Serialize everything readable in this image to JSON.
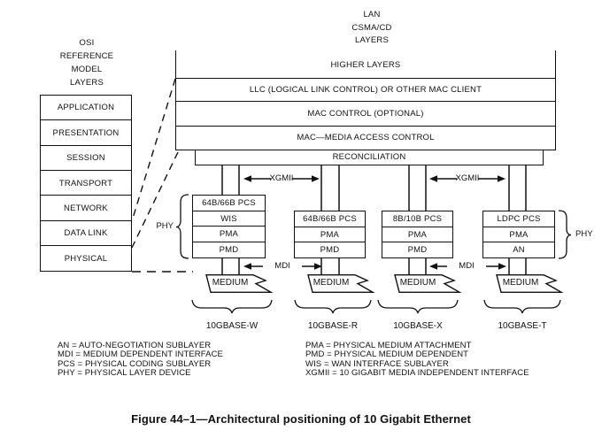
{
  "lan_header": {
    "lines": [
      "LAN",
      "CSMA/CD",
      "LAYERS"
    ]
  },
  "osi_header": {
    "lines": [
      "OSI",
      "REFERENCE",
      "MODEL",
      "LAYERS"
    ]
  },
  "osi_layers": [
    "APPLICATION",
    "PRESENTATION",
    "SESSION",
    "TRANSPORT",
    "NETWORK",
    "DATA LINK",
    "PHYSICAL"
  ],
  "mac_stack": {
    "higher_layers": "HIGHER LAYERS",
    "llc": "LLC (LOGICAL LINK CONTROL) OR OTHER MAC CLIENT",
    "mac_control": "MAC CONTROL (OPTIONAL)",
    "mac": "MAC—MEDIA ACCESS CONTROL",
    "reconciliation": "RECONCILIATION"
  },
  "interface_labels": {
    "xgmii": "XGMII",
    "mdi": "MDI",
    "phy": "PHY"
  },
  "phy_stacks": [
    {
      "rows": [
        "64B/66B PCS",
        "WIS",
        "PMA",
        "PMD"
      ],
      "medium": "MEDIUM",
      "variant": "10GBASE-W"
    },
    {
      "rows": [
        "64B/66B PCS",
        "PMA",
        "PMD"
      ],
      "medium": "MEDIUM",
      "variant": "10GBASE-R"
    },
    {
      "rows": [
        "8B/10B PCS",
        "PMA",
        "PMD"
      ],
      "medium": "MEDIUM",
      "variant": "10GBASE-X"
    },
    {
      "rows": [
        "LDPC PCS",
        "PMA",
        "AN"
      ],
      "medium": "MEDIUM",
      "variant": "10GBASE-T"
    }
  ],
  "legend": {
    "left": [
      "AN = AUTO-NEGOTIATION SUBLAYER",
      "MDI = MEDIUM DEPENDENT INTERFACE",
      "PCS = PHYSICAL CODING SUBLAYER",
      "PHY = PHYSICAL LAYER DEVICE"
    ],
    "right": [
      "PMA = PHYSICAL MEDIUM ATTACHMENT",
      "PMD = PHYSICAL MEDIUM DEPENDENT",
      "WIS = WAN INTERFACE SUBLAYER",
      "XGMII = 10 GIGABIT MEDIA INDEPENDENT INTERFACE"
    ]
  },
  "caption": "Figure 44–1—Architectural positioning of 10 Gigabit Ethernet",
  "colors": {
    "ink": "#111111",
    "background": "#ffffff"
  }
}
